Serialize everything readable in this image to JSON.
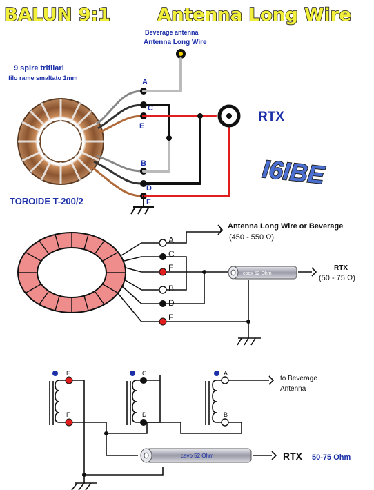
{
  "title": {
    "left": "BALUN 9:1",
    "right": "Antenna Long Wire"
  },
  "section1": {
    "antenna_line1": "Beverage antenna",
    "antenna_line2": "Antenna Long Wire",
    "winding_line1": "9 spire trifilari",
    "winding_line2": "filo rame smaltato 1mm",
    "toroid_label": "TOROIDE T-200/2",
    "rtx_label": "RTX",
    "callsign": "I6IBE",
    "terminals": [
      "A",
      "C",
      "E",
      "B",
      "D",
      "F"
    ]
  },
  "section2": {
    "antenna_label": "Antenna Long Wire or Beverage",
    "antenna_impedance": "(450 - 550 Ω)",
    "coax_label": "coax 52 Ohm",
    "rtx_label": "RTX",
    "rtx_impedance": "(50 - 75 Ω)",
    "terminals": [
      "A",
      "C",
      "F",
      "B",
      "D",
      "F"
    ]
  },
  "section3": {
    "coil1_top": "E",
    "coil1_bottom": "F",
    "coil2_top": "C",
    "coil2_bottom": "D",
    "coil3_top": "A",
    "coil3_bottom": "B",
    "antenna_line1": "to Beverage",
    "antenna_line2": "Antenna",
    "coax_label": "cavo 52 Ohm",
    "rtx_label": "RTX",
    "rtx_impedance": "50-75 Ohm"
  },
  "colors": {
    "title_yellow": "#f2ef3a",
    "label_blue": "#1a2fa8",
    "wire_red": "#e01e1e",
    "toroid_pink": "#ef8c8c",
    "callsign_blue": "#4a6fd0"
  }
}
